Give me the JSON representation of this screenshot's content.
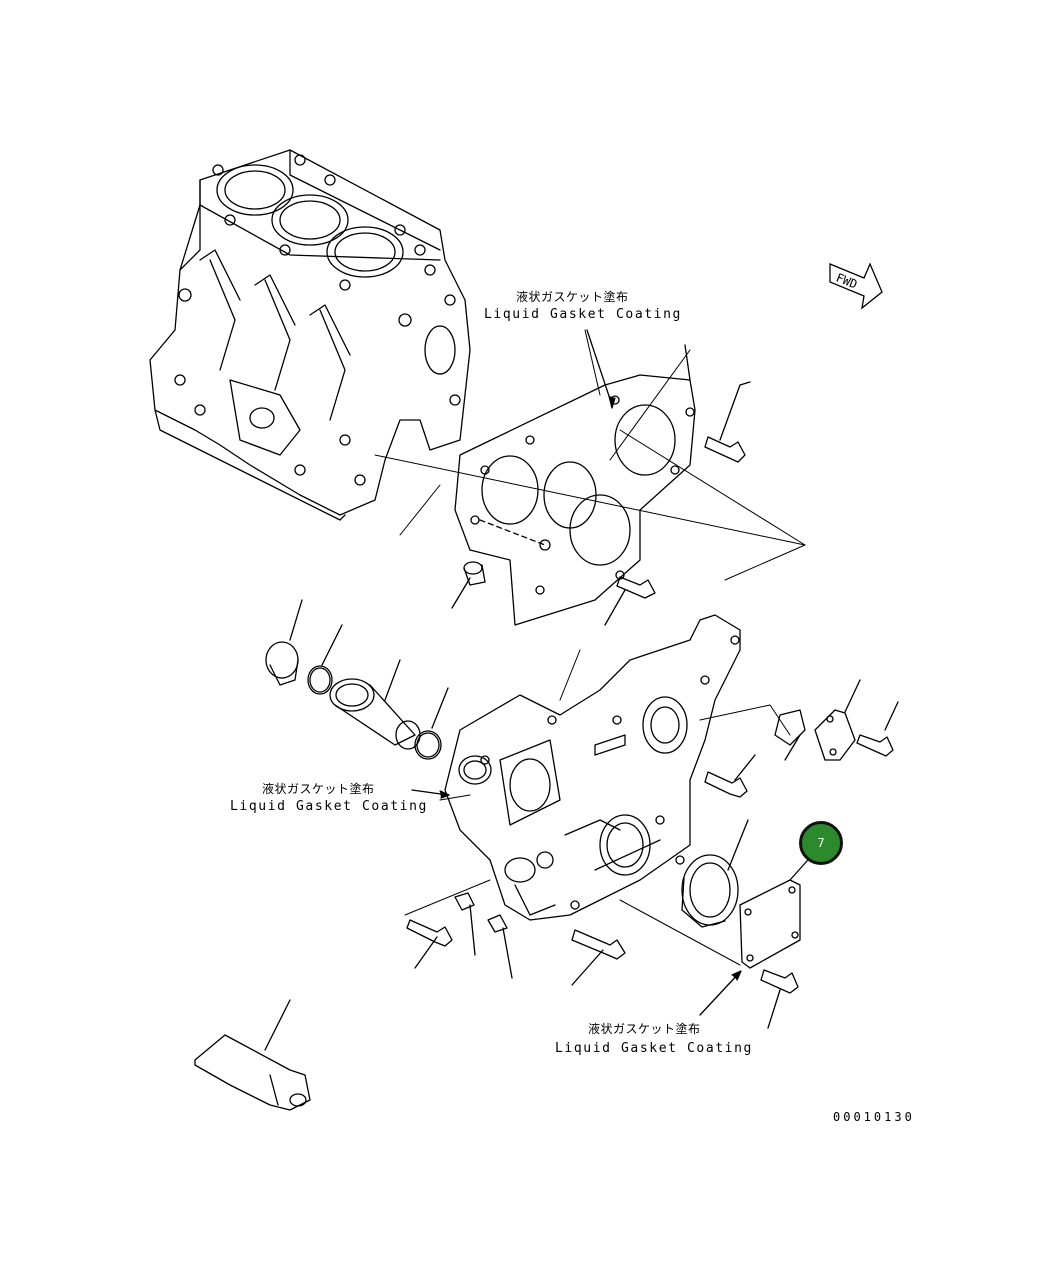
{
  "labels": {
    "top": {
      "jp": "液状ガスケット塗布",
      "en": "Liquid Gasket Coating"
    },
    "middle": {
      "jp": "液状ガスケット塗布",
      "en": "Liquid Gasket Coating"
    },
    "bottom": {
      "jp": "液状ガスケット塗布",
      "en": "Liquid Gasket Coating"
    }
  },
  "fwd_label": "FWD",
  "callout": {
    "number": "7",
    "color": "#2c8a2c"
  },
  "drawing_number": "00010130",
  "icons": [
    "fwd-arrow-icon",
    "callout-badge-icon"
  ]
}
